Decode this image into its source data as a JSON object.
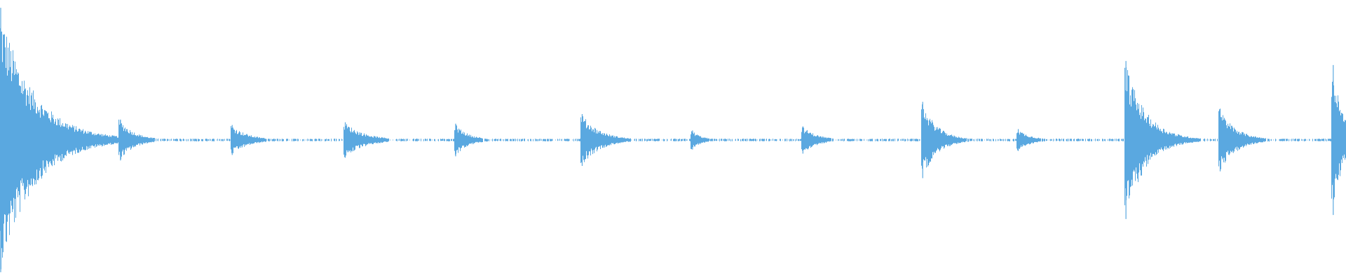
{
  "waveform": {
    "color": "#5aa8e0",
    "background": "#ffffff",
    "transients": [
      {
        "time": 0.0,
        "amplitude": 0.97,
        "tail": 0.1
      },
      {
        "time": 0.089,
        "amplitude": 0.15,
        "tail": 0.045
      },
      {
        "time": 0.172,
        "amplitude": 0.11,
        "tail": 0.05
      },
      {
        "time": 0.256,
        "amplitude": 0.13,
        "tail": 0.06
      },
      {
        "time": 0.338,
        "amplitude": 0.12,
        "tail": 0.04
      },
      {
        "time": 0.432,
        "amplitude": 0.19,
        "tail": 0.055
      },
      {
        "time": 0.514,
        "amplitude": 0.07,
        "tail": 0.03
      },
      {
        "time": 0.596,
        "amplitude": 0.1,
        "tail": 0.045
      },
      {
        "time": 0.685,
        "amplitude": 0.28,
        "tail": 0.045
      },
      {
        "time": 0.756,
        "amplitude": 0.08,
        "tail": 0.04
      },
      {
        "time": 0.836,
        "amplitude": 0.58,
        "tail": 0.06
      },
      {
        "time": 0.906,
        "amplitude": 0.23,
        "tail": 0.05
      },
      {
        "time": 0.99,
        "amplitude": 0.55,
        "tail": 0.03
      }
    ],
    "noise_floor": 0.01
  }
}
